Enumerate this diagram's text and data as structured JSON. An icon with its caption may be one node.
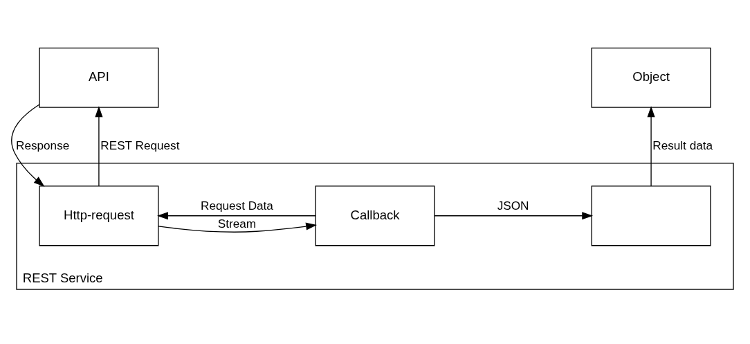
{
  "diagram": {
    "nodes": [
      {
        "text": [
          "API"
        ]
      },
      {
        "text": [
          "Object"
        ]
      },
      {
        "text": [
          "REST Service"
        ]
      },
      {
        "text": [
          "Http-request"
        ],
        "in": 2
      },
      {
        "text": [
          "Callback"
        ],
        "in": 2
      },
      {
        "text": [],
        "shape": "box",
        "in": 2
      }
    ],
    "edges": [
      {
        "from": 0,
        "to": 3,
        "arrow": "to",
        "label": "Response"
      },
      {
        "from": 3,
        "to": 0,
        "arrow": "to",
        "label": "REST Request"
      },
      {
        "from": 4,
        "to": 3,
        "arrow": "to",
        "label": "Request Data"
      },
      {
        "from": 3,
        "to": 4,
        "arrow": "to",
        "label": "Stream"
      },
      {
        "from": 4,
        "to": 5,
        "arrow": "to",
        "label": "JSON"
      },
      {
        "from": 5,
        "to": 1,
        "arrow": "to",
        "label": "Result data"
      }
    ]
  }
}
